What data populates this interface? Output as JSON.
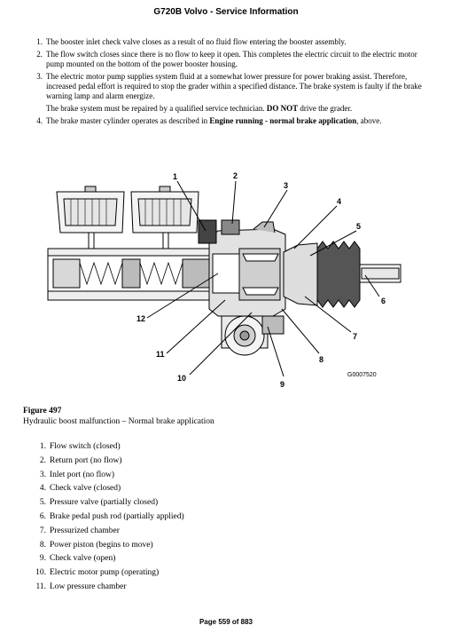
{
  "header": {
    "title": "G720B Volvo - Service Information"
  },
  "steps": [
    {
      "num": "1.",
      "text": "The booster inlet check valve closes as a result of no fluid flow entering the booster assembly."
    },
    {
      "num": "2.",
      "text": "The flow switch closes since there is no flow to keep it open. This completes the electric circuit to the electric motor pump mounted on the bottom of the power booster housing."
    },
    {
      "num": "3.",
      "text": "The electric motor pump supplies system fluid at a somewhat lower pressure for power braking assist. Therefore, increased pedal effort is required to stop the grader within a specified distance. The brake system is faulty if the brake warning lamp and alarm energize."
    },
    {
      "num": "4.",
      "text_before": "The brake master cylinder operates as described in ",
      "text_bold": "Engine running - normal brake application",
      "text_after": ", above."
    }
  ],
  "note": {
    "before": "The brake system must be repaired by a qualified service technician. ",
    "bold": "DO NOT",
    "after": " drive the grader."
  },
  "figure": {
    "id": "G0007520",
    "callouts": [
      "1",
      "2",
      "3",
      "4",
      "5",
      "6",
      "7",
      "8",
      "9",
      "10",
      "11",
      "12"
    ],
    "title": "Figure 497",
    "caption": "Hydraulic boost malfunction – Normal brake application"
  },
  "legend": [
    {
      "num": "1.",
      "label": "Flow switch (closed)"
    },
    {
      "num": "2.",
      "label": "Return port (no flow)"
    },
    {
      "num": "3.",
      "label": "Inlet port (no flow)"
    },
    {
      "num": "4.",
      "label": "Check valve (closed)"
    },
    {
      "num": "5.",
      "label": "Pressure valve (partially closed)"
    },
    {
      "num": "6.",
      "label": "Brake pedal push rod (partially applied)"
    },
    {
      "num": "7.",
      "label": "Pressurized chamber"
    },
    {
      "num": "8.",
      "label": "Power piston (begins to move)"
    },
    {
      "num": "9.",
      "label": "Check valve (open)"
    },
    {
      "num": "10.",
      "label": "Electric motor pump (operating)"
    },
    {
      "num": "11.",
      "label": "Low pressure chamber"
    }
  ],
  "footer": {
    "page": "Page 559 of 883"
  }
}
